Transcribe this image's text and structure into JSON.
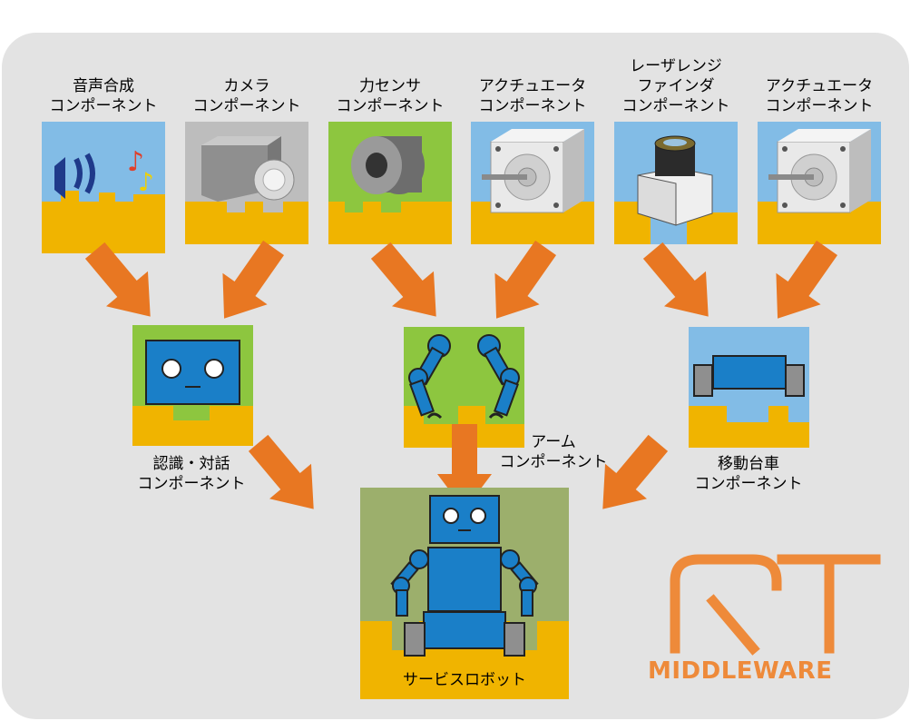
{
  "components": [
    {
      "line1": "音声合成",
      "line2": "コンポーネント",
      "icon": "speaker-music-icon"
    },
    {
      "line1": "カメラ",
      "line2": "コンポーネント",
      "icon": "camera-icon"
    },
    {
      "line1": "力センサ",
      "line2": "コンポーネント",
      "icon": "force-sensor-icon"
    },
    {
      "line1": "アクチュエータ",
      "line2": "コンポーネント",
      "icon": "motor-icon"
    },
    {
      "line1": "レーザレンジ",
      "line2": "ファインダ",
      "line3": "コンポーネント",
      "icon": "laser-range-finder-icon"
    },
    {
      "line1": "アクチュエータ",
      "line2": "コンポーネント",
      "icon": "motor-icon"
    }
  ],
  "composites": [
    {
      "line1": "認識・対話",
      "line2": "コンポーネント",
      "icon": "robot-head-icon"
    },
    {
      "line1": "アーム",
      "line2": "コンポーネント",
      "icon": "robot-arms-icon"
    },
    {
      "line1": "移動台車",
      "line2": "コンポーネント",
      "icon": "mobile-base-icon"
    }
  ],
  "robot": {
    "label": "サービスロボット",
    "icon": "service-robot-icon"
  },
  "logo": {
    "text": "MIDDLEWARE",
    "glyph": "RT"
  },
  "colors": {
    "orange": "#e87722",
    "blue": "#1a7fc8",
    "yellow": "#f0b400",
    "green": "#8dc63f",
    "sky": "#82bce6",
    "gray": "#bdbdbd",
    "olive": "#9caf6c"
  }
}
